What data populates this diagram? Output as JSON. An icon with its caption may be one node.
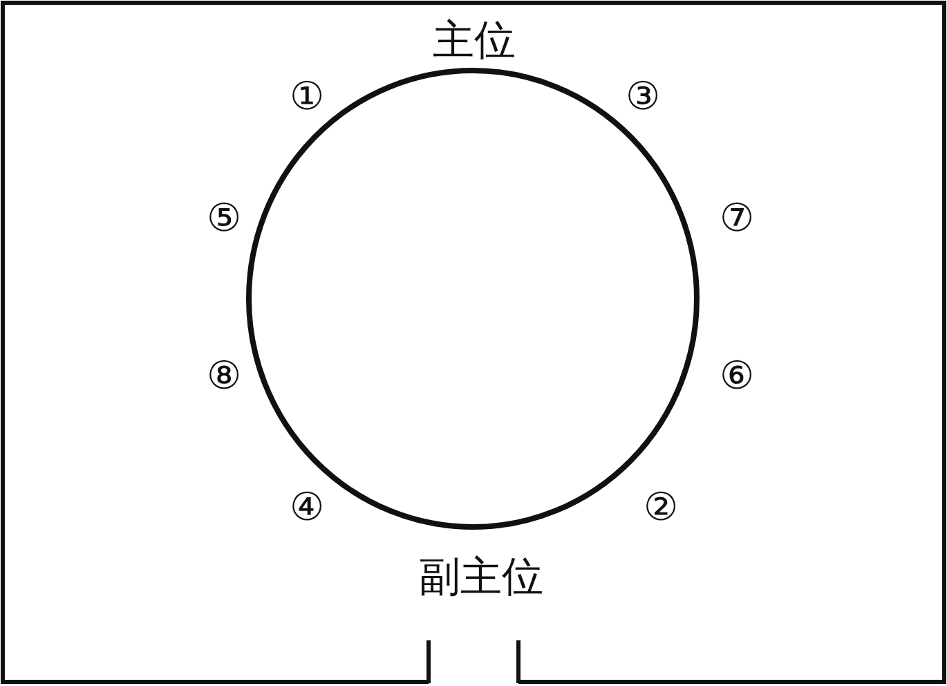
{
  "diagram": {
    "labels": [
      "主位",
      "①",
      "③",
      "⑤",
      "⑦",
      "⑧",
      "⑥",
      "④",
      "②",
      "副主位"
    ]
  }
}
